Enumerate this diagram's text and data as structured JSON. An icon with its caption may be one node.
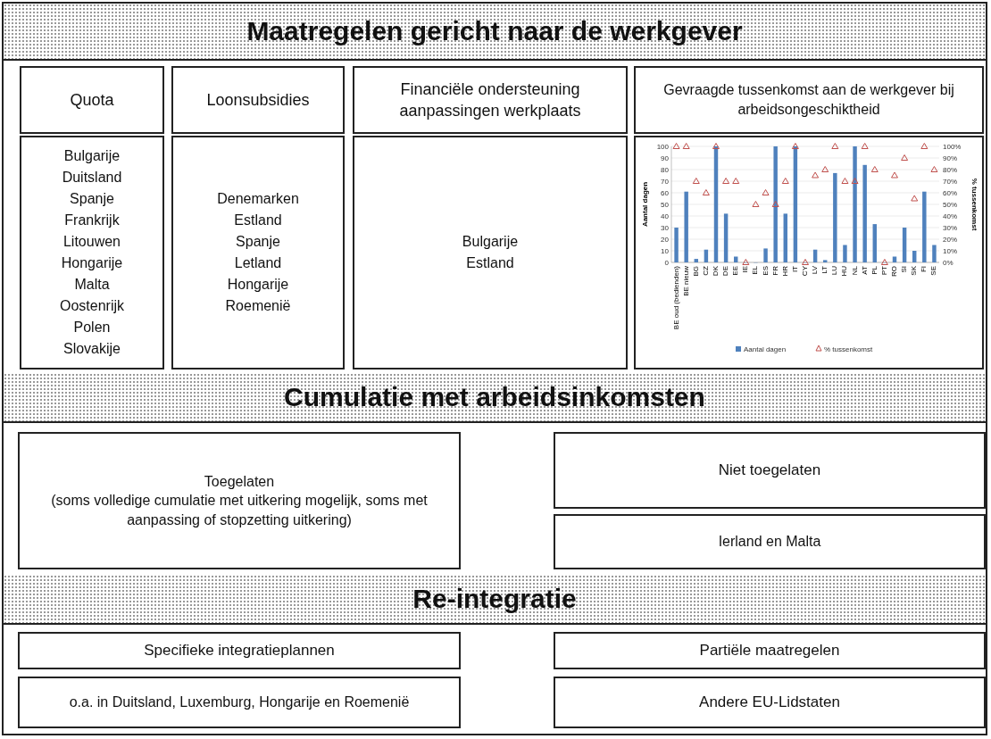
{
  "diagram": {
    "nodes": [
      {
        "text": [
          "Maatregelen gericht naar de werkgever"
        ]
      },
      {
        "text": [
          "Quota"
        ]
      },
      {
        "text": [
          "Loonsubsidies"
        ]
      },
      {
        "text": [
          "Financiële ondersteuning aanpassingen werkplaats"
        ]
      },
      {
        "text": [
          "Gevraagde tussenkomst aan de werkgever bij arbeidsongeschiktheid"
        ]
      },
      {
        "text": [
          "Bulgarije",
          "Duitsland",
          "Spanje",
          "Frankrijk",
          "Litouwen",
          "Hongarije",
          "Malta",
          "Oostenrijk",
          "Polen",
          "Slovakije"
        ]
      },
      {
        "text": [
          "Denemarken",
          "Estland",
          "Spanje",
          "Letland",
          "Hongarije",
          "Roemenië"
        ]
      },
      {
        "text": [
          "Bulgarije",
          "Estland"
        ]
      },
      {
        "text": [],
        "shape": "box"
      },
      {
        "text": [
          "Cumulatie met arbeidsinkomsten"
        ]
      },
      {
        "text": [
          "Toegelaten",
          "(soms volledige cumulatie met uitkering mogelijk, soms met aanpassing of stopzetting uitkering)"
        ]
      },
      {
        "text": [
          "Niet toegelaten"
        ]
      },
      {
        "text": [
          "Ierland en Malta"
        ]
      },
      {
        "text": [
          "Re-integratie"
        ]
      },
      {
        "text": [
          "Specifieke integratieplannen"
        ]
      },
      {
        "text": [
          "o.a. in Duitsland, Luxemburg, Hongarije en Roemenië"
        ]
      },
      {
        "text": [
          "Partiële maatregelen"
        ]
      },
      {
        "text": [
          "Andere EU-Lidstaten"
        ]
      }
    ],
    "labels": [
      "% tussenkomst",
      "100%",
      "90%",
      "80%",
      "70%",
      "60%",
      "50%",
      "40%",
      "30%",
      "20%",
      "10%",
      "0%"
    ],
    "chart_data": {
      "type": "bar",
      "ylabel": "Aantal dagen",
      "categories": [
        "BE oud (bedienden)",
        "BE nieuw",
        "BG",
        "CZ",
        "DK",
        "DE",
        "EE",
        "IE",
        "EL",
        "ES",
        "FR",
        "HR",
        "IT",
        "CY",
        "LV",
        "LT",
        "LU",
        "HU",
        "NL",
        "AT",
        "PL",
        "PT",
        "RO",
        "SI",
        "SK",
        "FI",
        "SE"
      ],
      "series": [
        {
          "name": "Aantal dagen",
          "color": "#4f81bd",
          "values": [
            30,
            61,
            3,
            11,
            100,
            42,
            5,
            0,
            0,
            12,
            100,
            42,
            100,
            0,
            11,
            2,
            77,
            15,
            100,
            84,
            33,
            0,
            5,
            30,
            10,
            61,
            15
          ]
        },
        {
          "name": "% tussenkomst",
          "type": "scatter",
          "color": "#c0504d",
          "values": [
            100,
            100,
            70,
            60,
            100,
            70,
            70,
            0,
            50,
            60,
            50,
            70,
            100,
            0,
            75,
            80,
            100,
            70,
            70,
            100,
            80,
            0,
            75,
            90,
            55,
            100,
            80
          ]
        }
      ],
      "grid": true,
      "legend": "bottom",
      "ylim": [
        0,
        100
      ],
      "yticks": [
        0,
        10,
        20,
        30,
        40,
        50,
        60,
        70,
        80,
        90,
        100
      ]
    }
  }
}
